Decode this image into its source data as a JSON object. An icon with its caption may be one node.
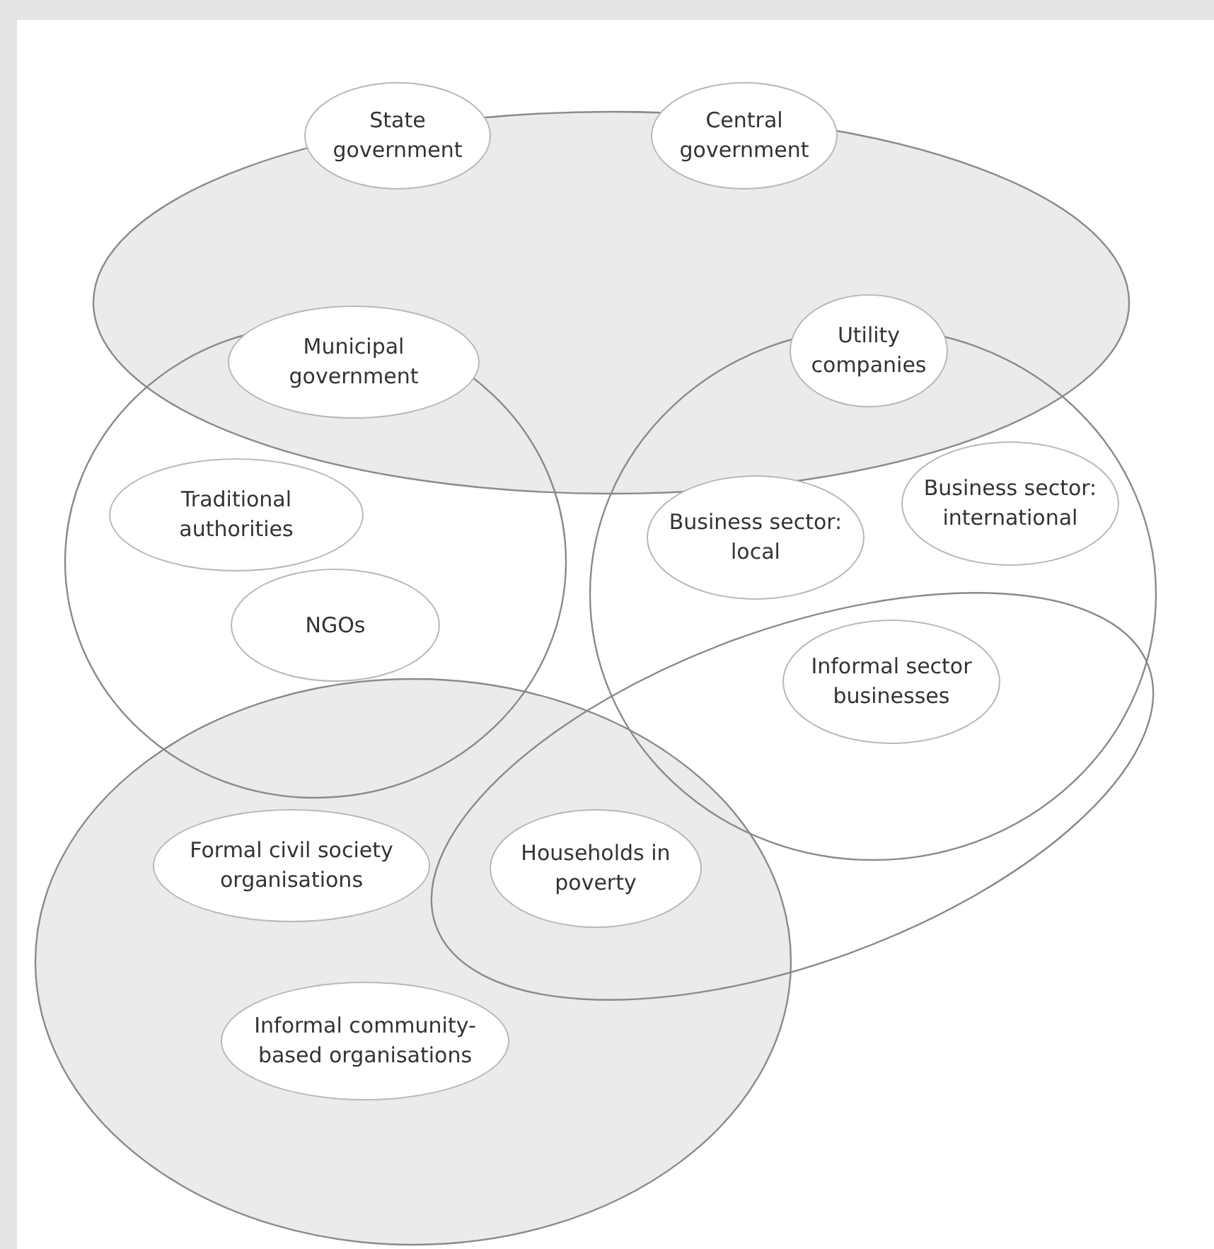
{
  "diagram": {
    "nodes": [
      {
        "text": [
          "State government"
        ]
      },
      {
        "text": [
          "Central government"
        ]
      },
      {
        "text": [
          "Municipal government"
        ]
      },
      {
        "text": [
          "Utility companies"
        ]
      },
      {
        "text": [
          "Traditional authorities"
        ]
      },
      {
        "text": [
          "Business sector: international"
        ]
      },
      {
        "text": [
          "Business sector: local"
        ]
      },
      {
        "text": [
          "NGOs"
        ]
      },
      {
        "text": [
          "Informal sector businesses"
        ]
      },
      {
        "text": [
          "Formal civil society organisations"
        ]
      },
      {
        "text": [
          "Households in poverty"
        ]
      },
      {
        "text": [
          "Informal community-based organisations"
        ]
      }
    ]
  }
}
